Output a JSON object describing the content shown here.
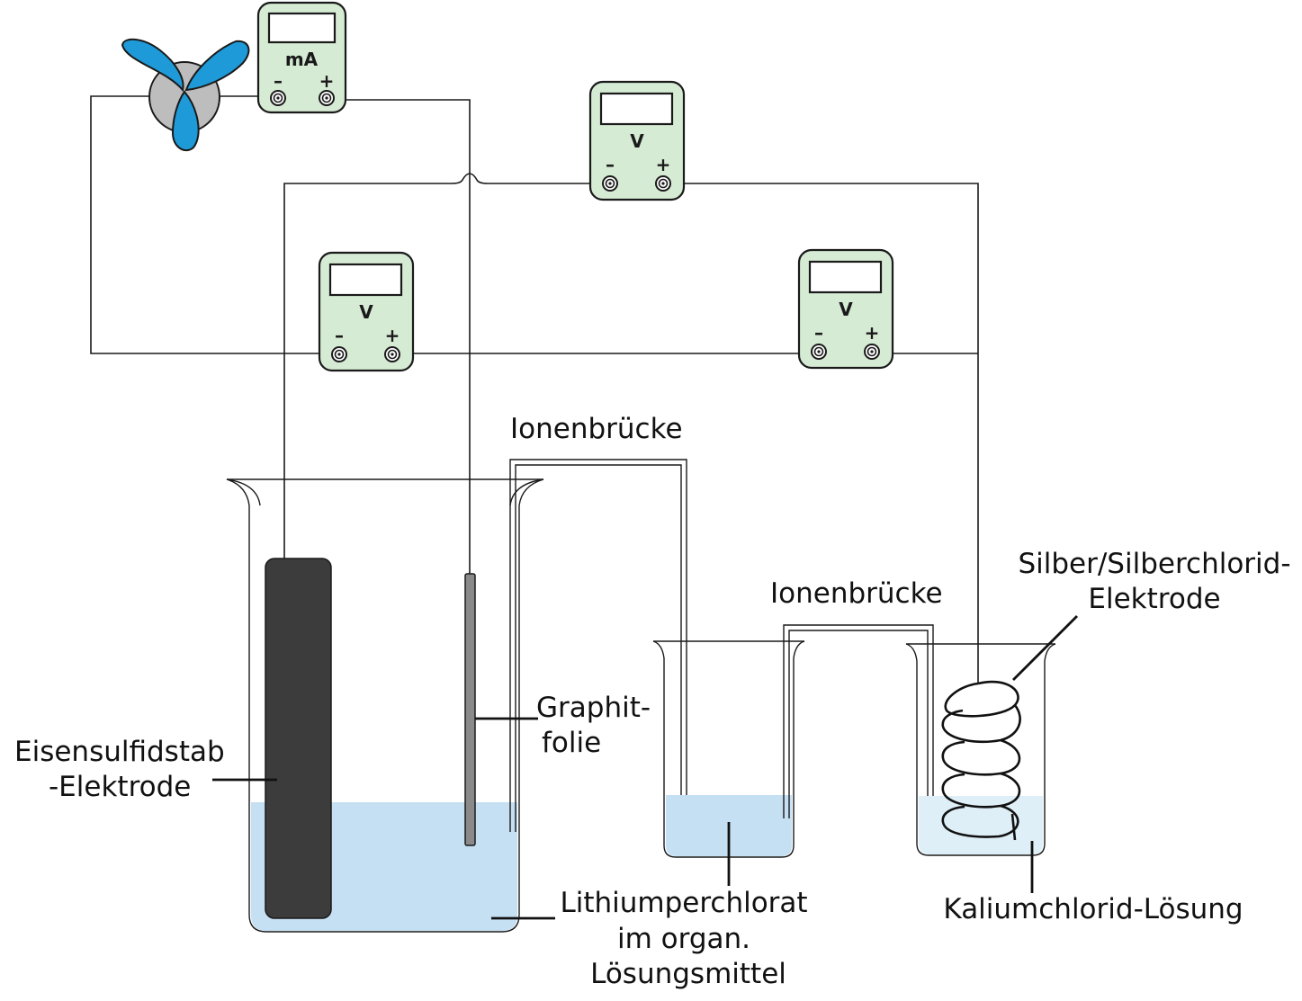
{
  "meters": {
    "ammeter": {
      "unit": "mA",
      "minus": "–",
      "plus": "+"
    },
    "voltmeter_top": {
      "unit": "V",
      "minus": "–",
      "plus": "+"
    },
    "voltmeter_left": {
      "unit": "V",
      "minus": "–",
      "plus": "+"
    },
    "voltmeter_right": {
      "unit": "V",
      "minus": "–",
      "plus": "+"
    }
  },
  "labels": {
    "ion_bridge_1": "Ionenbrücke",
    "ion_bridge_2": "Ionenbrücke",
    "silver_electrode_line1": "Silber/Silberchlorid-",
    "silver_electrode_line2": "Elektrode",
    "graphite_line1": "Graphit-",
    "graphite_line2": "folie",
    "iron_sulfide_line1": "Eisensulfidstab",
    "iron_sulfide_line2": "-Elektrode",
    "electrolyte_line1": "Lithiumperchlorat",
    "electrolyte_line2": "im organ.",
    "electrolyte_line3": "Lösungsmittel",
    "kcl_solution": "Kaliumchlorid-Lösung"
  },
  "colors": {
    "meter_green": "#d6ebd4",
    "solution_blue": "#c5e0f3",
    "solution_light": "#deeff7",
    "fan_blue": "#1f9ad8",
    "fan_hub": "#bdbdbd",
    "iron_sulfide_rod": "#3c3c3c",
    "graphite_foil": "#8a8a8a"
  }
}
